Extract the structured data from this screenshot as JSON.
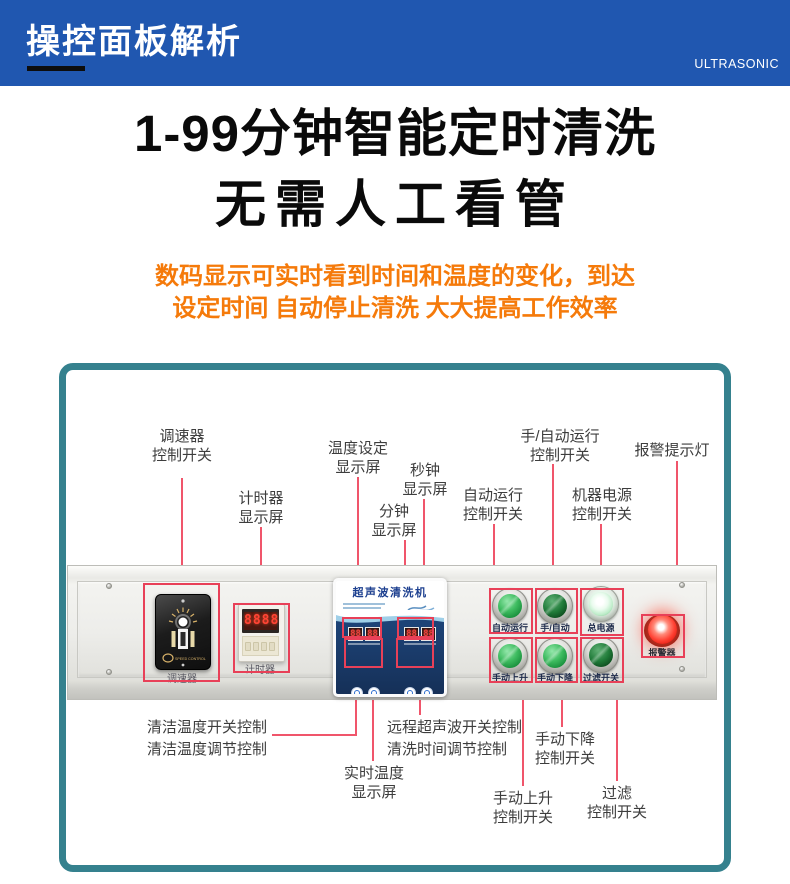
{
  "header": {
    "title": "操控面板解析",
    "brand": "ULTRASONIC"
  },
  "hero": {
    "title_line1": "1-99分钟智能定时清洗",
    "title_line2": "无需人工看管",
    "subtitle_line1": "数码显示可实时看到时间和温度的变化，到达",
    "subtitle_line2": "设定时间 自动停止清洗 大大提高工作效率"
  },
  "colors": {
    "header_bg": "#2057b0",
    "accent_orange": "#f57a0a",
    "frame_teal": "#35818e",
    "callout_red": "#e84058"
  },
  "diagram": {
    "top_labels": [
      {
        "line1": "调速器",
        "line2": "控制开关"
      },
      {
        "line1": "计时器",
        "line2": "显示屏"
      },
      {
        "line1": "温度设定",
        "line2": "显示屏"
      },
      {
        "line1": "分钟",
        "line2": "显示屏"
      },
      {
        "line1": "秒钟",
        "line2": "显示屏"
      },
      {
        "line1": "自动运行",
        "line2": "控制开关"
      },
      {
        "line1": "手/自动运行",
        "line2": "控制开关"
      },
      {
        "line1": "机器电源",
        "line2": "控制开关"
      },
      {
        "line1": "报警提示灯",
        "line2": ""
      }
    ],
    "bottom_labels": [
      {
        "line1": "清洁温度开关控制",
        "line2": "清洁温度调节控制"
      },
      {
        "line1": "实时温度",
        "line2": "显示屏"
      },
      {
        "line1": "远程超声波开关控制",
        "line2": "清洗时间调节控制"
      },
      {
        "line1": "手动上升",
        "line2": "控制开关"
      },
      {
        "line1": "手动下降",
        "line2": "控制开关"
      },
      {
        "line1": "过滤",
        "line2": "控制开关"
      }
    ],
    "panel": {
      "speed_controller_label": "调速器",
      "speed_controller_brand": "SPEED CONTROL",
      "timer_label": "计时器",
      "timer_digits": "8888",
      "display_title": "超声波清洗机",
      "led_left_1": "88",
      "led_left_2": "88",
      "led_right_1": "88",
      "led_right_2": "88",
      "buttons": [
        {
          "label": "自动运行"
        },
        {
          "label": "手/自动"
        },
        {
          "label": "总电源"
        },
        {
          "label": "手动上升"
        },
        {
          "label": "手动下降"
        },
        {
          "label": "过滤开关"
        }
      ],
      "alarm_label": "报警器"
    }
  }
}
